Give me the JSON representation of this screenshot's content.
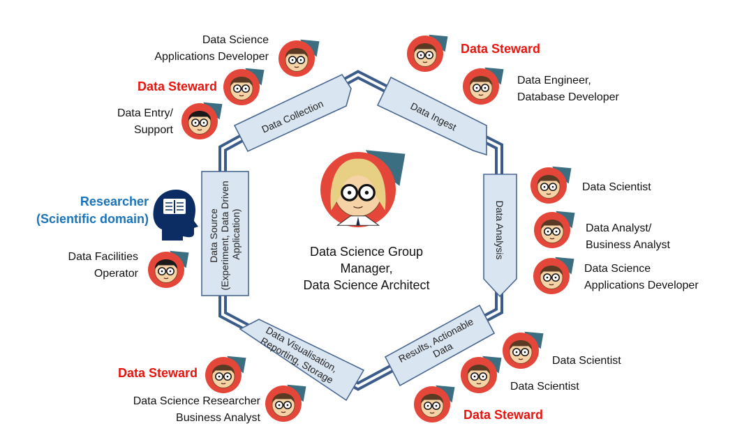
{
  "colors": {
    "ring_dark": "#3b5b8a",
    "ring_light": "#ffffff",
    "box_fill": "#dae5f2",
    "box_stroke": "#4a6791",
    "steward": "#e8140e",
    "researcher": "#1a74bb",
    "avatar_circle": "#e4473a",
    "avatar_skin": "#f6d3a6",
    "avatar_cap": "#3c6e82"
  },
  "center": {
    "lines": [
      "Data Science Group",
      "Manager,",
      "Data Science Architect"
    ]
  },
  "stages": [
    {
      "id": "collection",
      "lines": [
        "Data Collection"
      ]
    },
    {
      "id": "ingest",
      "lines": [
        "Data Ingest"
      ]
    },
    {
      "id": "analysis",
      "lines": [
        "Data Analysis"
      ]
    },
    {
      "id": "results",
      "lines": [
        "Results, Actionable",
        "Data"
      ]
    },
    {
      "id": "visualisation",
      "lines": [
        "Data Visualisation,",
        "Reporting, Storage"
      ]
    },
    {
      "id": "source",
      "lines": [
        "Data Source",
        "(Experiment, Data Driven",
        "Application)"
      ]
    }
  ],
  "roles": {
    "ds_app_dev_top": [
      "Data Science",
      "Applications Developer"
    ],
    "steward_top_left": "Data Steward",
    "entry_support": [
      "Data Entry/",
      "Support"
    ],
    "steward_top_right": "Data Steward",
    "engineer": [
      "Data Engineer,",
      "Database Developer"
    ],
    "researcher": [
      "Researcher",
      "(Scientific domain)"
    ],
    "facilities": [
      "Data Facilities",
      "Operator"
    ],
    "scientist_right": "Data Scientist",
    "analyst": [
      "Data Analyst/",
      "Business Analyst"
    ],
    "ds_app_dev_right": [
      "Data Science",
      "Applications Developer"
    ],
    "scientist_bottom_1": "Data Scientist",
    "scientist_bottom_2": "Data Scientist",
    "steward_bottom_right": "Data Steward",
    "steward_bottom_left": "Data Steward",
    "researcher_bottom": [
      "Data Science Researcher",
      "Business Analyst"
    ]
  },
  "icons": {
    "avatar": "cartoon-person-icon",
    "head": "head-with-book-icon"
  }
}
